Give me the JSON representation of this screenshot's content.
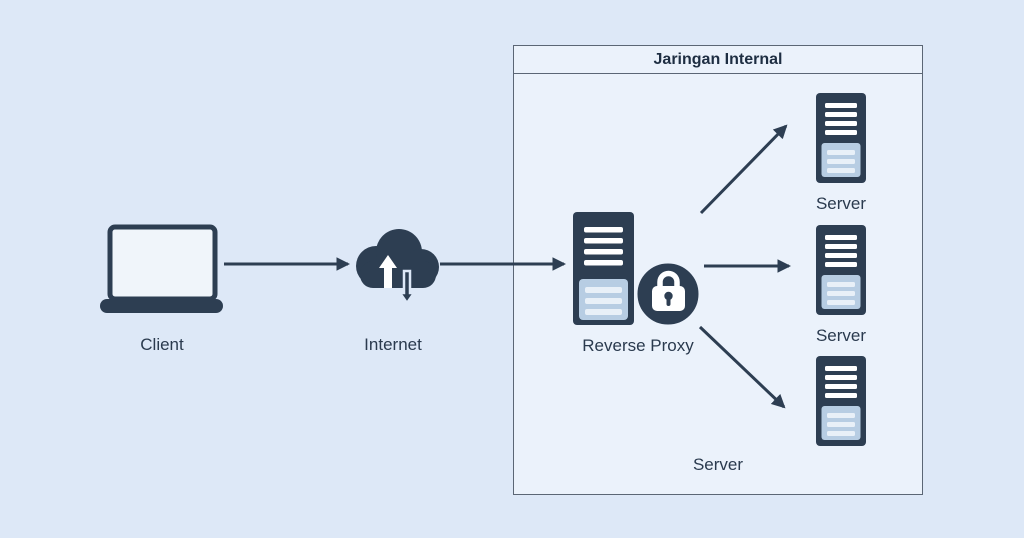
{
  "colors": {
    "background": "#dde8f7",
    "box_background": "#ebf2fb",
    "box_border": "#5b6675",
    "icon_dark": "#2d3e52",
    "icon_panel": "#b7cde3",
    "icon_stripe_bright": "#ffffff",
    "icon_stripe_soft": "#e8f0f8",
    "laptop_screen": "#f0f5fa",
    "title_text": "#1e2e42",
    "label_text": "#2a3a4e"
  },
  "diagram": {
    "group_box": {
      "title": "Jaringan Internal"
    },
    "nodes": [
      {
        "id": "client",
        "label": "Client",
        "icon": "laptop-icon"
      },
      {
        "id": "internet",
        "label": "Internet",
        "icon": "cloud-icon"
      },
      {
        "id": "reverse_proxy",
        "label": "Reverse Proxy",
        "icon": "server-icon"
      },
      {
        "id": "server_top",
        "label": "Server",
        "icon": "server-icon"
      },
      {
        "id": "server_middle",
        "label": "Server",
        "icon": "server-icon"
      },
      {
        "id": "server_bottom",
        "label": "Server",
        "icon": "server-icon"
      }
    ],
    "badges": [
      {
        "id": "security",
        "icon": "padlock-icon",
        "attached_to": "reverse_proxy"
      }
    ],
    "edges": [
      {
        "from": "client",
        "to": "internet"
      },
      {
        "from": "internet",
        "to": "reverse_proxy"
      },
      {
        "from": "reverse_proxy",
        "to": "server_top"
      },
      {
        "from": "reverse_proxy",
        "to": "server_middle"
      },
      {
        "from": "reverse_proxy",
        "to": "server_bottom"
      }
    ]
  }
}
